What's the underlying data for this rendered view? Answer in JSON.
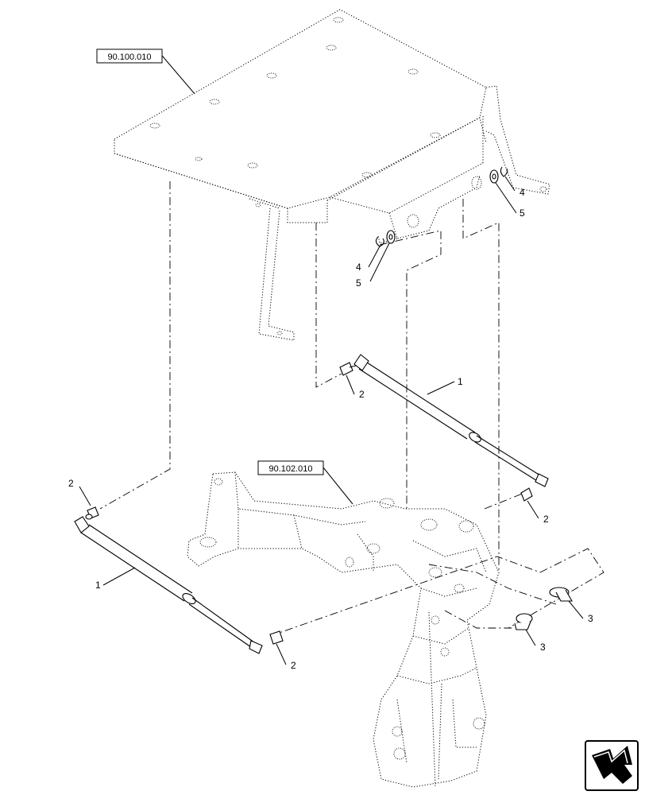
{
  "references": [
    {
      "id": "ref-upper",
      "label": "90.100.010"
    },
    {
      "id": "ref-lower",
      "label": "90.102.010"
    }
  ],
  "callouts": [
    {
      "id": "c-4-upper",
      "text": "4"
    },
    {
      "id": "c-5-upper",
      "text": "5"
    },
    {
      "id": "c-4-mid",
      "text": "4"
    },
    {
      "id": "c-5-mid",
      "text": "5"
    },
    {
      "id": "c-1-right",
      "text": "1"
    },
    {
      "id": "c-2-upper",
      "text": "2"
    },
    {
      "id": "c-2-left",
      "text": "2"
    },
    {
      "id": "c-1-left",
      "text": "1"
    },
    {
      "id": "c-2-right",
      "text": "2"
    },
    {
      "id": "c-2-bottom",
      "text": "2"
    },
    {
      "id": "c-3-right",
      "text": "3"
    },
    {
      "id": "c-3-mid",
      "text": "3"
    }
  ],
  "nav_icon": "next-page-arrow-icon"
}
